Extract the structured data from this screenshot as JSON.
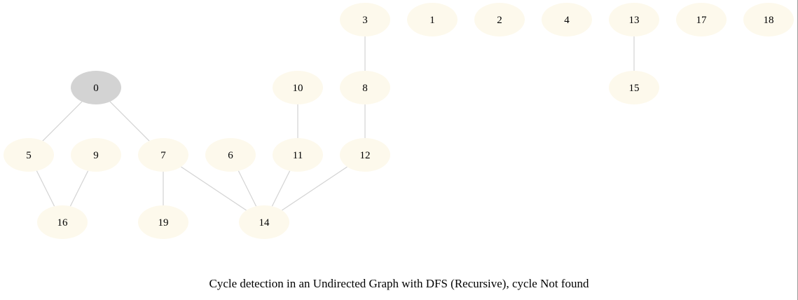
{
  "caption": "Cycle detection in an Undirected Graph with DFS (Recursive), cycle Not found",
  "colors": {
    "node_fill": "#fdf9ec",
    "visited_fill": "#d3d3d3",
    "edge": "#d3d3d3",
    "text": "#000000"
  },
  "graph": {
    "visited": [
      "0"
    ],
    "nodes": [
      {
        "id": "3",
        "label": "3"
      },
      {
        "id": "1",
        "label": "1"
      },
      {
        "id": "2",
        "label": "2"
      },
      {
        "id": "4",
        "label": "4"
      },
      {
        "id": "13",
        "label": "13"
      },
      {
        "id": "17",
        "label": "17"
      },
      {
        "id": "18",
        "label": "18"
      },
      {
        "id": "0",
        "label": "0"
      },
      {
        "id": "10",
        "label": "10"
      },
      {
        "id": "8",
        "label": "8"
      },
      {
        "id": "15",
        "label": "15"
      },
      {
        "id": "5",
        "label": "5"
      },
      {
        "id": "9",
        "label": "9"
      },
      {
        "id": "7",
        "label": "7"
      },
      {
        "id": "6",
        "label": "6"
      },
      {
        "id": "11",
        "label": "11"
      },
      {
        "id": "12",
        "label": "12"
      },
      {
        "id": "16",
        "label": "16"
      },
      {
        "id": "19",
        "label": "19"
      },
      {
        "id": "14",
        "label": "14"
      }
    ],
    "edges": [
      [
        "3",
        "8"
      ],
      [
        "13",
        "15"
      ],
      [
        "0",
        "5"
      ],
      [
        "0",
        "7"
      ],
      [
        "10",
        "11"
      ],
      [
        "8",
        "12"
      ],
      [
        "5",
        "16"
      ],
      [
        "9",
        "16"
      ],
      [
        "7",
        "19"
      ],
      [
        "7",
        "14"
      ],
      [
        "6",
        "14"
      ],
      [
        "11",
        "14"
      ],
      [
        "12",
        "14"
      ]
    ]
  }
}
